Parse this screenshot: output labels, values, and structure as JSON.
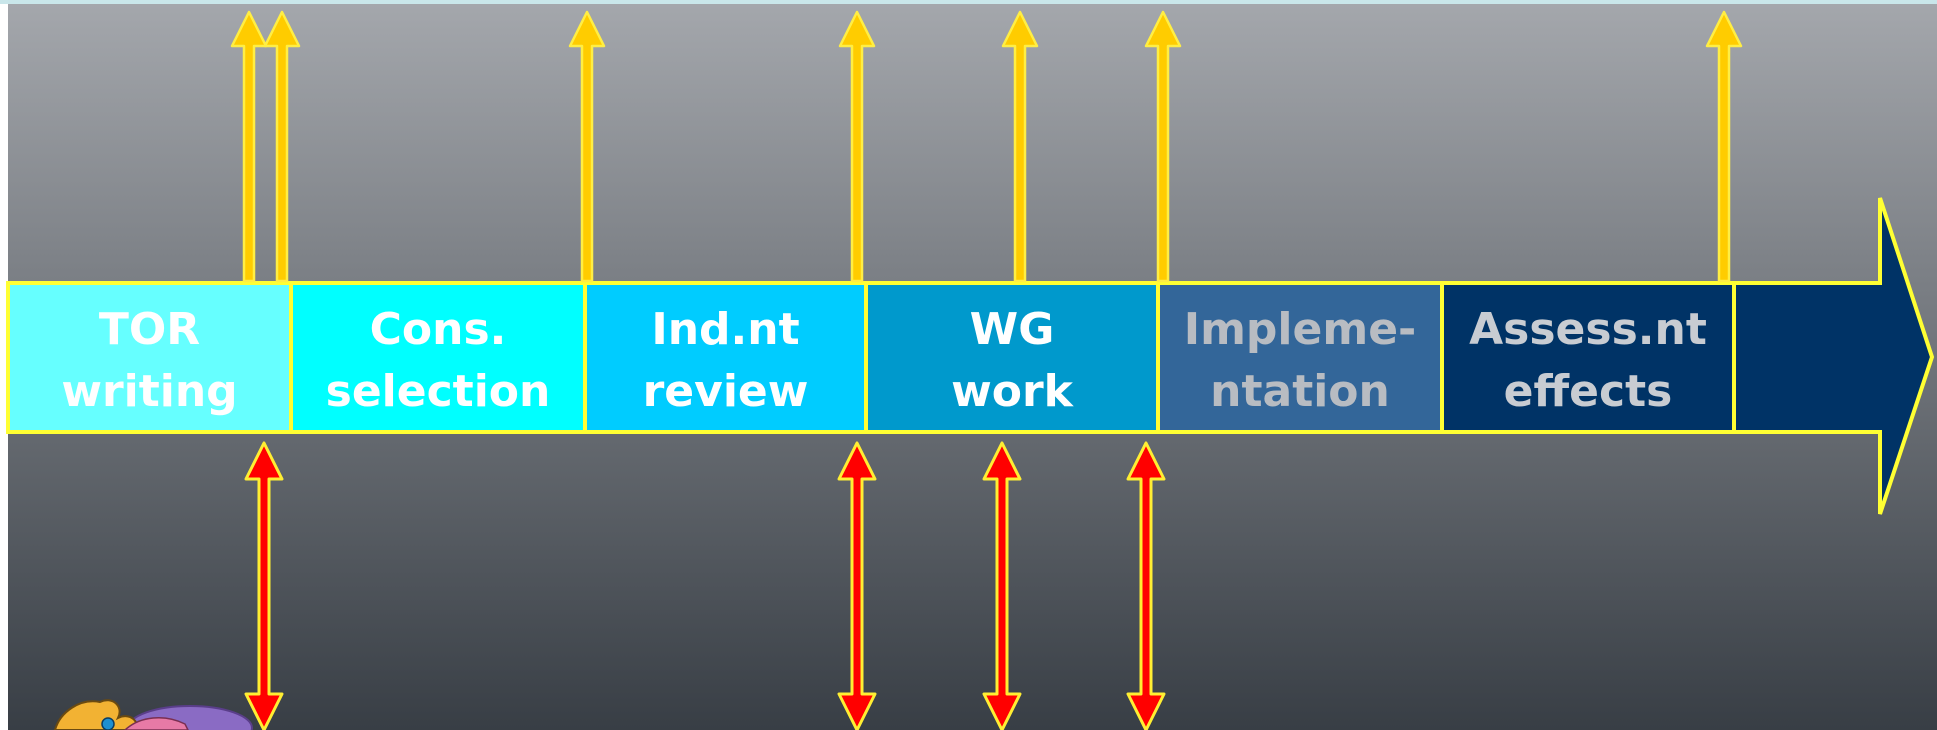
{
  "stages": [
    {
      "line1": "TOR",
      "line2": "writing",
      "fill": "#66FFFF",
      "text_color": "#FFFFFF"
    },
    {
      "line1": "Cons.",
      "line2": "selection",
      "fill": "#00FFFF",
      "text_color": "#FFFFFF"
    },
    {
      "line1": "Ind.nt",
      "line2": "review",
      "fill": "#00CCFF",
      "text_color": "#FFFFFF"
    },
    {
      "line1": "WG",
      "line2": "work",
      "fill": "#0099CC",
      "text_color": "#FFFFFF"
    },
    {
      "line1": "Impleme-",
      "line2": "ntation",
      "fill": "#336699",
      "text_color": "#B8BCC2"
    },
    {
      "line1": "Assess.nt",
      "line2": "effects",
      "fill": "#003366",
      "text_color": "#C8CCD2"
    }
  ],
  "colors": {
    "outline": "#FFFF33",
    "up_arrow_fill": "#FFCC00",
    "up_arrow_stroke": "#FFEE44",
    "double_arrow_fill": "#FF0000",
    "double_arrow_stroke": "#FFEE33",
    "tail_fill": "#003366",
    "background_top": "#A4A7AC",
    "background_bottom": "#383E45"
  },
  "up_arrow_count": 7,
  "double_arrow_count": 4
}
